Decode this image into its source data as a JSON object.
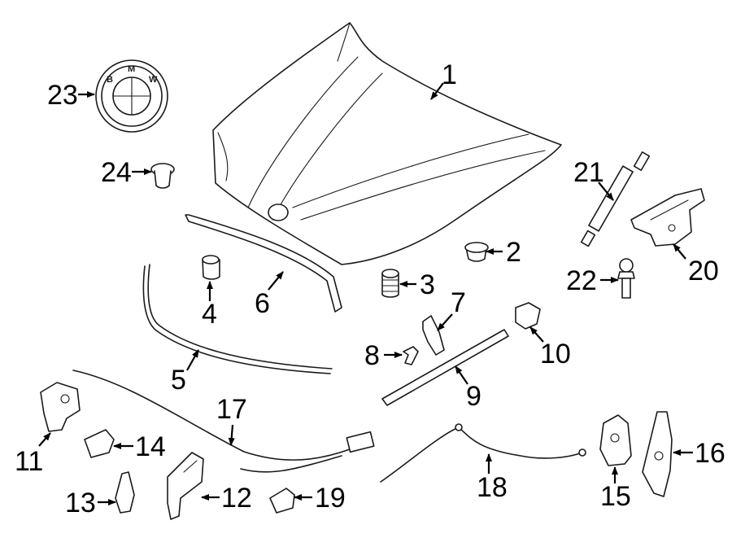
{
  "diagram": {
    "callouts": {
      "p1": "1",
      "p2": "2",
      "p3": "3",
      "p4": "4",
      "p5": "5",
      "p6": "6",
      "p7": "7",
      "p8": "8",
      "p9": "9",
      "p10": "10",
      "p11": "11",
      "p12": "12",
      "p13": "13",
      "p14": "14",
      "p15": "15",
      "p16": "16",
      "p17": "17",
      "p18": "18",
      "p19": "19",
      "p20": "20",
      "p21": "21",
      "p22": "22",
      "p23": "23",
      "p24": "24"
    },
    "emblem_letters": [
      "B",
      "M",
      "W"
    ]
  }
}
